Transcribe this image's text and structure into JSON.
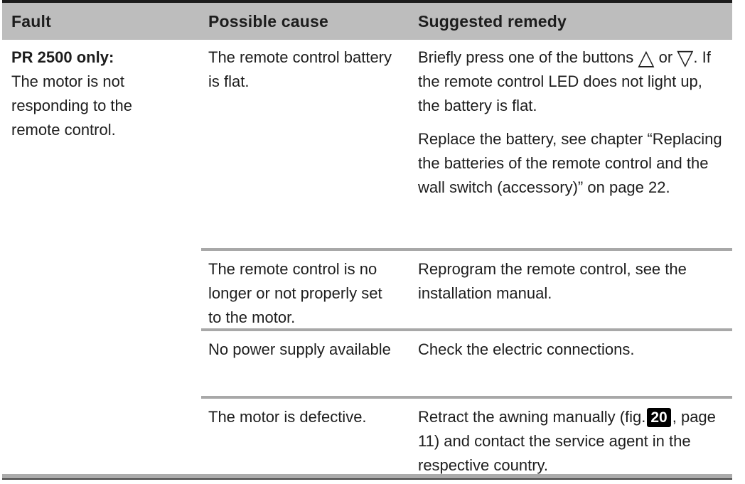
{
  "colors": {
    "header_bg": "#bdbdbd",
    "top_rule": "#1c1c1c",
    "row_divider": "#a8a8a8",
    "bottom_rule_gray": "#ababab",
    "bottom_rule_dark": "#454545",
    "text": "#1d1d1d",
    "badge_bg": "#000000",
    "badge_text": "#ffffff"
  },
  "table": {
    "headers": {
      "fault": "Fault",
      "cause": "Possible cause",
      "remedy": "Suggested remedy"
    },
    "fault": {
      "title": "PR 2500 only:",
      "description": "The motor is not responding to the remote control."
    },
    "rows": [
      {
        "cause": "The remote control battery is flat.",
        "remedy": {
          "p1_before_up": "Briefly press one of the buttons ",
          "up_triangle": "△",
          "p1_between": " or ",
          "down_triangle": "▽",
          "p1_after": ". If the remote control LED does not light up, the battery is flat.",
          "p2": "Replace the battery, see chapter “Replacing the batteries of the remote control and the wall switch (accessory)” on page 22."
        }
      },
      {
        "cause": "The remote control is no longer or not properly set to the motor.",
        "remedy": {
          "text": "Reprogram the remote control, see the installation manual."
        }
      },
      {
        "cause": "No power supply available",
        "remedy": {
          "text": "Check the electric connections."
        }
      },
      {
        "cause": "The motor is defective.",
        "remedy": {
          "before_badge": "Retract the awning manually (fig.",
          "fig_badge": "20",
          "after_badge": ", page 11) and contact the service agent in the respective country."
        }
      }
    ]
  }
}
